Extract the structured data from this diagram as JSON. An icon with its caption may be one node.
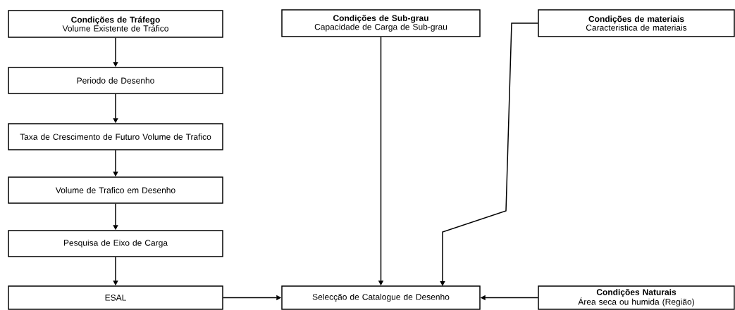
{
  "diagram": {
    "nodes": [
      {
        "text": [
          "Condições de Tráfego",
          "Volume Existente de Tráfico"
        ]
      },
      {
        "text": [
          "Periodo de Desenho"
        ]
      },
      {
        "text": [
          "Taxa de Crescimento de Futuro Volume de Trafico"
        ]
      },
      {
        "text": [
          "Volume de Trafico em Desenho"
        ]
      },
      {
        "text": [
          "Pesquisa de Eixo de Carga"
        ]
      },
      {
        "text": [
          "ESAL"
        ]
      },
      {
        "text": [
          "Condições de Sub-grau",
          "Capacidade de Carga de Sub-grau"
        ]
      },
      {
        "text": [
          "Condições de materiais",
          "Caracteristica de materiais"
        ]
      },
      {
        "text": [
          "Selecção de Catalogue de Desenho"
        ]
      },
      {
        "text": [
          "Condições Naturais",
          "Área seca ou humida (Região)"
        ]
      }
    ],
    "edges": [
      {
        "from": 0,
        "to": 1,
        "arrow": "to"
      },
      {
        "from": 1,
        "to": 2,
        "arrow": "to"
      },
      {
        "from": 2,
        "to": 3,
        "arrow": "to"
      },
      {
        "from": 3,
        "to": 4,
        "arrow": "to"
      },
      {
        "from": 4,
        "to": 5,
        "arrow": "to"
      },
      {
        "from": 5,
        "to": 8,
        "arrow": "to"
      },
      {
        "from": 6,
        "to": 8,
        "arrow": "to"
      },
      {
        "from": 7,
        "to": 8,
        "arrow": "to"
      },
      {
        "from": 9,
        "to": 8,
        "arrow": "to"
      }
    ]
  }
}
